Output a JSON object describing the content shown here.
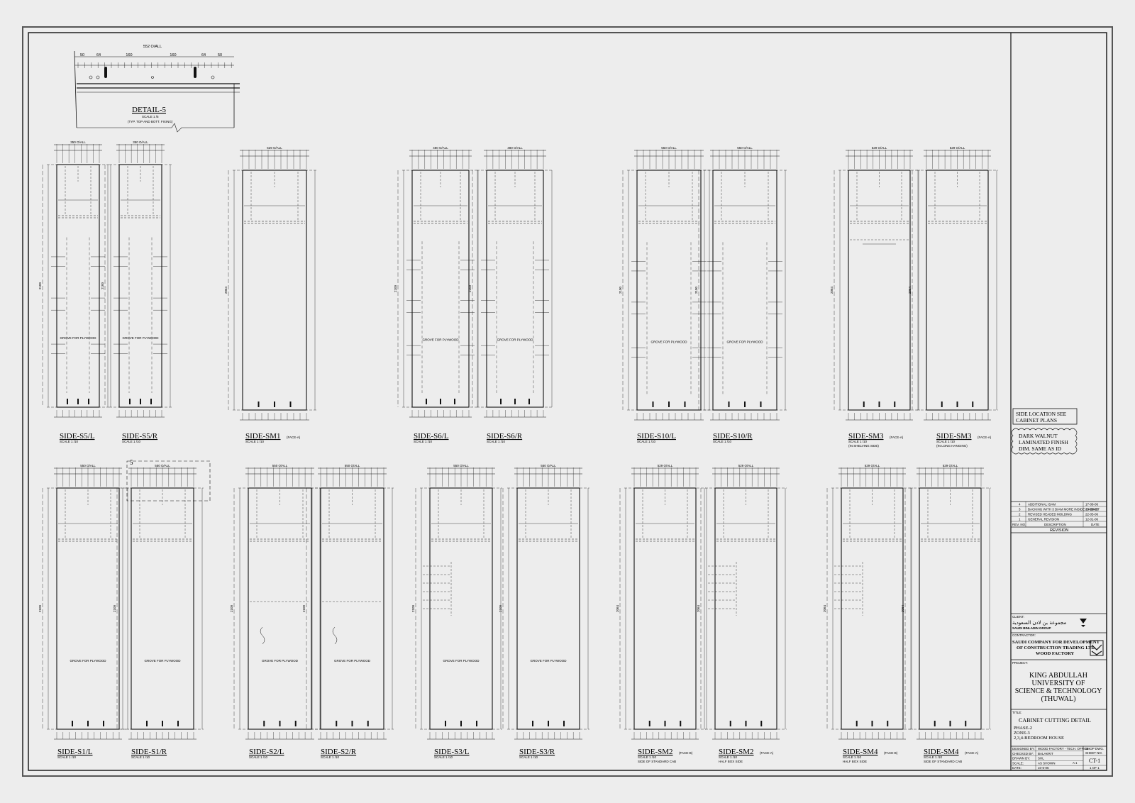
{
  "detail": {
    "title": "DETAIL-5",
    "scale": "SCALE 1 /5",
    "note": "(TYP. TOP AND BOTT. FIXING)",
    "overall": "552 O/ALL",
    "dims": [
      "50",
      "64",
      "160",
      "160",
      "64",
      "50"
    ]
  },
  "panels": [
    {
      "id": "s5l",
      "label": "SIDE-S5/L",
      "scale": "SCALE 1 /10",
      "overall": "350 O/ALL",
      "height": "2100",
      "note": "GROVE FOR PLYWOOD"
    },
    {
      "id": "s5r",
      "label": "SIDE-S5/R",
      "scale": "SCALE 1 /10",
      "overall": "350 O/ALL",
      "height": "2100",
      "note": "GROVE FOR PLYWOOD"
    },
    {
      "id": "sm1",
      "label": "SIDE-SM1",
      "scale": "SCALE 1 /10",
      "tag": "(FACE-A)",
      "overall": "529 O/ALL",
      "height": "2064",
      "note": ""
    },
    {
      "id": "s6l",
      "label": "SIDE-S6/L",
      "scale": "SCALE 1 /10",
      "overall": "480 O/ALL",
      "height": "2100",
      "note": "GROVE FOR PLYWOOD"
    },
    {
      "id": "s6r",
      "label": "SIDE-S6/R",
      "scale": "SCALE 1 /10",
      "overall": "480 O/ALL",
      "height": "2100",
      "note": "GROVE FOR PLYWOOD"
    },
    {
      "id": "s10l",
      "label": "SIDE-S10/L",
      "scale": "SCALE 1 /10",
      "overall": "550 O/ALL",
      "height": "2100",
      "note": "GROVE FOR PLYWOOD"
    },
    {
      "id": "s10r",
      "label": "SIDE-S10/R",
      "scale": "SCALE 1 /10",
      "overall": "550 O/ALL",
      "height": "2100",
      "note": "GROVE FOR PLYWOOD"
    },
    {
      "id": "sm3a",
      "label": "SIDE-SM3",
      "scale": "SCALE 1 /10",
      "tag": "(FACE-A)",
      "sub": "(IN SHELVING SIDE)",
      "overall": "529 O/ALL",
      "height": "2064",
      "note": ""
    },
    {
      "id": "sm3b",
      "label": "SIDE-SM3",
      "scale": "SCALE 1 /10",
      "tag": "(FACE-A)",
      "sub": "(IN LONG HANGING)",
      "overall": "529 O/ALL",
      "height": "2064",
      "note": ""
    },
    {
      "id": "s1l",
      "label": "SIDE-S1/L",
      "scale": "SCALE 1 /10",
      "overall": "550 O/ALL",
      "height": "2100",
      "note": "GROVE FOR PLYWOOD"
    },
    {
      "id": "s1r",
      "label": "SIDE-S1/R",
      "scale": "SCALE 1 /10",
      "overall": "550 O/ALL",
      "height": "2100",
      "note": "GROVE FOR PLYWOOD"
    },
    {
      "id": "s2l",
      "label": "SIDE-S2/L",
      "scale": "SCALE 1 /10",
      "overall": "550 O/ALL",
      "height": "2100",
      "note": "GROVE FOR PLYWOOD"
    },
    {
      "id": "s2r",
      "label": "SIDE-S2/R",
      "scale": "SCALE 1 /10",
      "overall": "550 O/ALL",
      "height": "2100",
      "note": "GROVE FOR PLYWOOD"
    },
    {
      "id": "s3l",
      "label": "SIDE-S3/L",
      "scale": "SCALE 1 /10",
      "overall": "550 O/ALL",
      "height": "2100",
      "note": "GROVE FOR PLYWOOD"
    },
    {
      "id": "s3r",
      "label": "SIDE-S3/R",
      "scale": "SCALE 1 /10",
      "overall": "550 O/ALL",
      "height": "2100",
      "note": "GROVE FOR PLYWOOD"
    },
    {
      "id": "sm2a",
      "label": "SIDE-SM2",
      "scale": "SCALE 1 /10",
      "tag": "(FACE-B)",
      "sub": "SIDE OF STANDARD CAB",
      "overall": "529 O/ALL",
      "height": "2064",
      "note": ""
    },
    {
      "id": "sm2b",
      "label": "SIDE-SM2",
      "scale": "SCALE 1 /10",
      "tag": "(FACE-A)",
      "sub": "HALF BOX SIDE",
      "overall": "529 O/ALL",
      "height": "2064",
      "note": ""
    },
    {
      "id": "sm4a",
      "label": "SIDE-SM4",
      "scale": "SCALE 1 /10",
      "tag": "(FACE-B)",
      "sub": "HALF BOX SIDE",
      "overall": "529 O/ALL",
      "height": "2064",
      "note": ""
    },
    {
      "id": "sm4b",
      "label": "SIDE-SM4",
      "scale": "SCALE 1 /10",
      "tag": "(FACE-A)",
      "sub": "SIDE OF STANDARD CAB",
      "overall": "529 O/ALL",
      "height": "2064",
      "note": ""
    }
  ],
  "notes": {
    "side_location": [
      "SIDE LOCATION SEE",
      "CABINET PLANS"
    ],
    "finish": [
      "DARK WALNUT",
      "LAMINATED FINISH",
      "DIM. SAME AS ID"
    ]
  },
  "revision": {
    "rows": [
      [
        "4",
        "ADDITIONAL ISAM",
        "17-08-06"
      ],
      [
        "3",
        "BACKING WITH 3 DIAM MORE INSIDE CABINET",
        "28-05-06"
      ],
      [
        "2",
        "REVISED HEADED MOLDING",
        "22-05-06"
      ],
      [
        "1",
        "GENERAL REVISION",
        "12-01-06"
      ]
    ],
    "col_no": "REV. NO.",
    "col_desc": "DESCRIPTION",
    "col_date": "DATE",
    "title": "REVISION"
  },
  "title_block": {
    "client_label": "CLIENT:",
    "client_name_ar": "مجموعة بن لادن السعودية",
    "client_name": "SAUDI BINLADIN GROUP",
    "contractor_label": "CONTRACTOR:",
    "contractor": [
      "SAUDI COMPANY FOR DEVELOPMENT",
      "OF CONSTRUCTION TRADING LTD.",
      "WOOD FACTORY"
    ],
    "project_label": "PROJECT:",
    "project": [
      "KING ABDULLAH",
      "UNIVERSITY OF",
      "SCIENCE & TECHNOLOGY",
      "(THUWAL)"
    ],
    "title_label": "TITLE:",
    "title": "CABINET CUTTING DETAIL",
    "title_lines": [
      "PHASE-2",
      "ZONE-3",
      "2,3,4-BEDROOM HOUSE"
    ],
    "info": [
      [
        "DESIGNED BY:",
        "WOOD FACTORY - TECH. OFFICE"
      ],
      [
        "CHECKED BY:",
        "BALAKRIT"
      ],
      [
        "DRAWN BY:",
        "SHL"
      ],
      [
        "SCALE:",
        "AS SHOWN"
      ],
      [
        "DATE:",
        "10-6-06"
      ]
    ],
    "shop_dwg_label": "SHOP DWG.",
    "sheet_no_label": "SHEET NO.",
    "sheet_no": "CT-1",
    "size": "A 1",
    "sheet_count": "1 OF 1"
  },
  "detail_callout": "5"
}
